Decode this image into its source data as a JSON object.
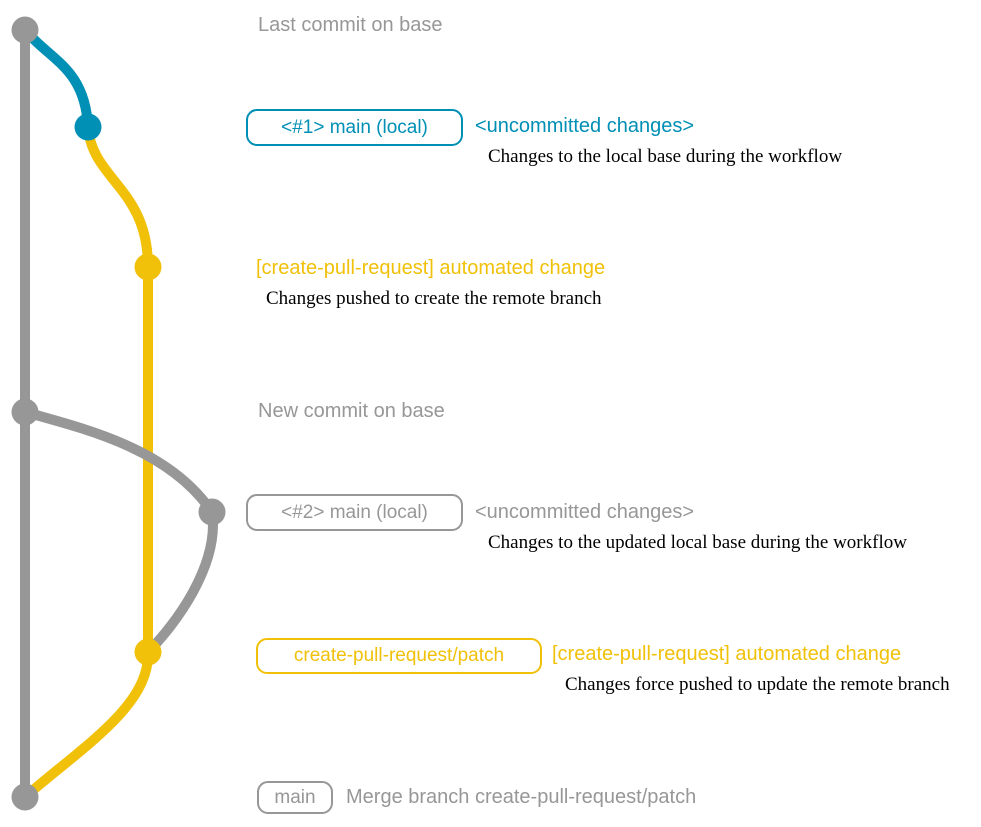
{
  "colors": {
    "base": "#979797",
    "local": "#008fb5",
    "remote": "#f1c109",
    "caption": "#000000",
    "background": "#ffffff"
  },
  "rows": {
    "last_commit": {
      "message": "Last commit on base"
    },
    "uncommitted_1": {
      "tag": "<#1> main (local)",
      "message": "<uncommitted changes>",
      "caption": "Changes to the local base during the workflow"
    },
    "automated_1": {
      "message": "[create-pull-request] automated change",
      "caption": "Changes pushed to create the remote branch"
    },
    "new_commit": {
      "message": "New commit on base"
    },
    "uncommitted_2": {
      "tag": "<#2> main (local)",
      "message": "<uncommitted changes>",
      "caption": "Changes to the updated local base during the workflow"
    },
    "automated_2": {
      "tag": "create-pull-request/patch",
      "message": "[create-pull-request] automated change",
      "caption": "Changes force pushed to update the remote branch"
    },
    "merge_commit": {
      "tag": "main",
      "message": "Merge branch create-pull-request/patch"
    }
  }
}
